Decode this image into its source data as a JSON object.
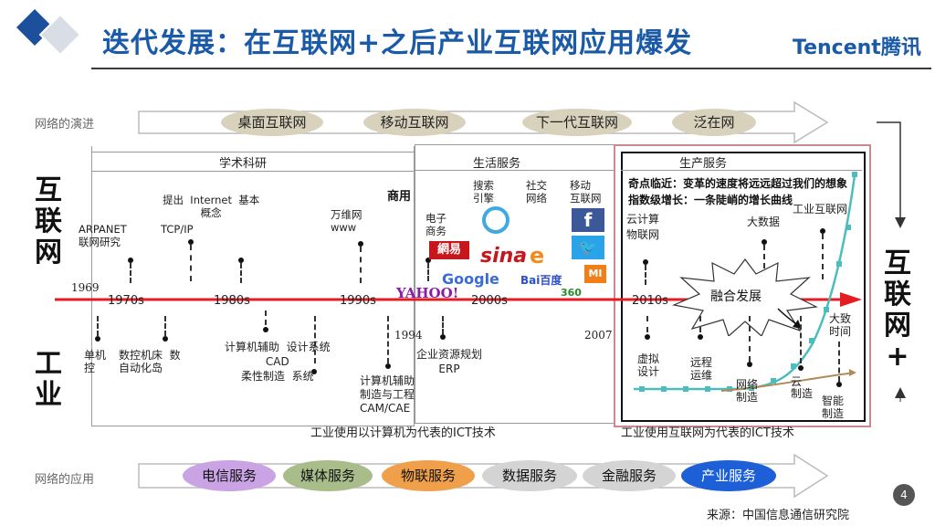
{
  "slide": {
    "title": "迭代发展：在互联网+之后产业互联网应用爆发",
    "logo_text": "Tencent",
    "logo_cn": "腾讯",
    "page_number": "4",
    "source": "来源：中国信息通信研究院"
  },
  "network_evolution": {
    "label": "网络的演进",
    "stages": [
      "桌面互联网",
      "移动互联网",
      "下一代互联网",
      "泛在网"
    ]
  },
  "network_application": {
    "label": "网络的应用",
    "services": [
      {
        "label": "电信服务",
        "color": "#c9a3e3"
      },
      {
        "label": "媒体服务",
        "color": "#a8bd8a"
      },
      {
        "label": "物联服务",
        "color": "#f0a04a"
      },
      {
        "label": "数据服务",
        "color": "#d4d4d4"
      },
      {
        "label": "金融服务",
        "color": "#d4d4d4"
      },
      {
        "label": "产业服务",
        "color": "#1c5fd6"
      }
    ]
  },
  "sections": {
    "academic": "学术科研",
    "life": "生活服务",
    "production": "生产服务",
    "commercial": "商用"
  },
  "side_labels": {
    "internet": "互联网",
    "industry": "工业",
    "internet_plus": "互联网+"
  },
  "timeline": {
    "decades": [
      "1970s",
      "1980s",
      "1990s",
      "2000s",
      "2010s"
    ],
    "years": [
      "1969",
      "1994",
      "2007"
    ],
    "merge_label": "融合发展"
  },
  "internet_events": {
    "arpanet": "ARPANET\n联网研究",
    "tcpip": "TCP/IP",
    "internet_concept": "提出  Internet  基本\n概念",
    "www": "万维网\nwww",
    "ecommerce": "电子\n商务",
    "search": "搜索\n引擎",
    "social": "社交\n网络",
    "mobile": "移动\n互联网",
    "cloud": "云计算\n物联网",
    "bigdata": "大数据",
    "industrial_internet": "工业互联网"
  },
  "industry_events": {
    "single_machine": "单机\n控",
    "cnc": "数控机床  数\n自动化岛",
    "cad": "计算机辅助  设计系统\nCAD\n柔性制造  系统",
    "cam": "计算机辅助\n制造与工程\nCAM/CAE",
    "erp": "企业资源规划\nERP",
    "virtual_design": "虚拟\n设计",
    "remote_ops": "远程\n运维",
    "network_mfg": "网络\n制造",
    "cloud_mfg": "云\n制造",
    "smart_mfg": "智能\n制造",
    "big_era": "大致\n时间"
  },
  "brands": {
    "netease": "網易",
    "sina": "sina",
    "google": "Google",
    "baidu": "Bai百度",
    "yahoo": "YAHOO!",
    "alipay": "e",
    "mi": "MI",
    "qihoo": "360",
    "facebook": "f"
  },
  "notes": {
    "singularity": "奇点临近：变革的速度将远远超过我们的想象",
    "exponential": "指数级增长：一条陡峭的增长曲线"
  },
  "captions": {
    "ict_computer": "工业使用以计算机为代表的ICT技术",
    "ict_internet": "工业使用互联网为代表的ICT技术"
  }
}
